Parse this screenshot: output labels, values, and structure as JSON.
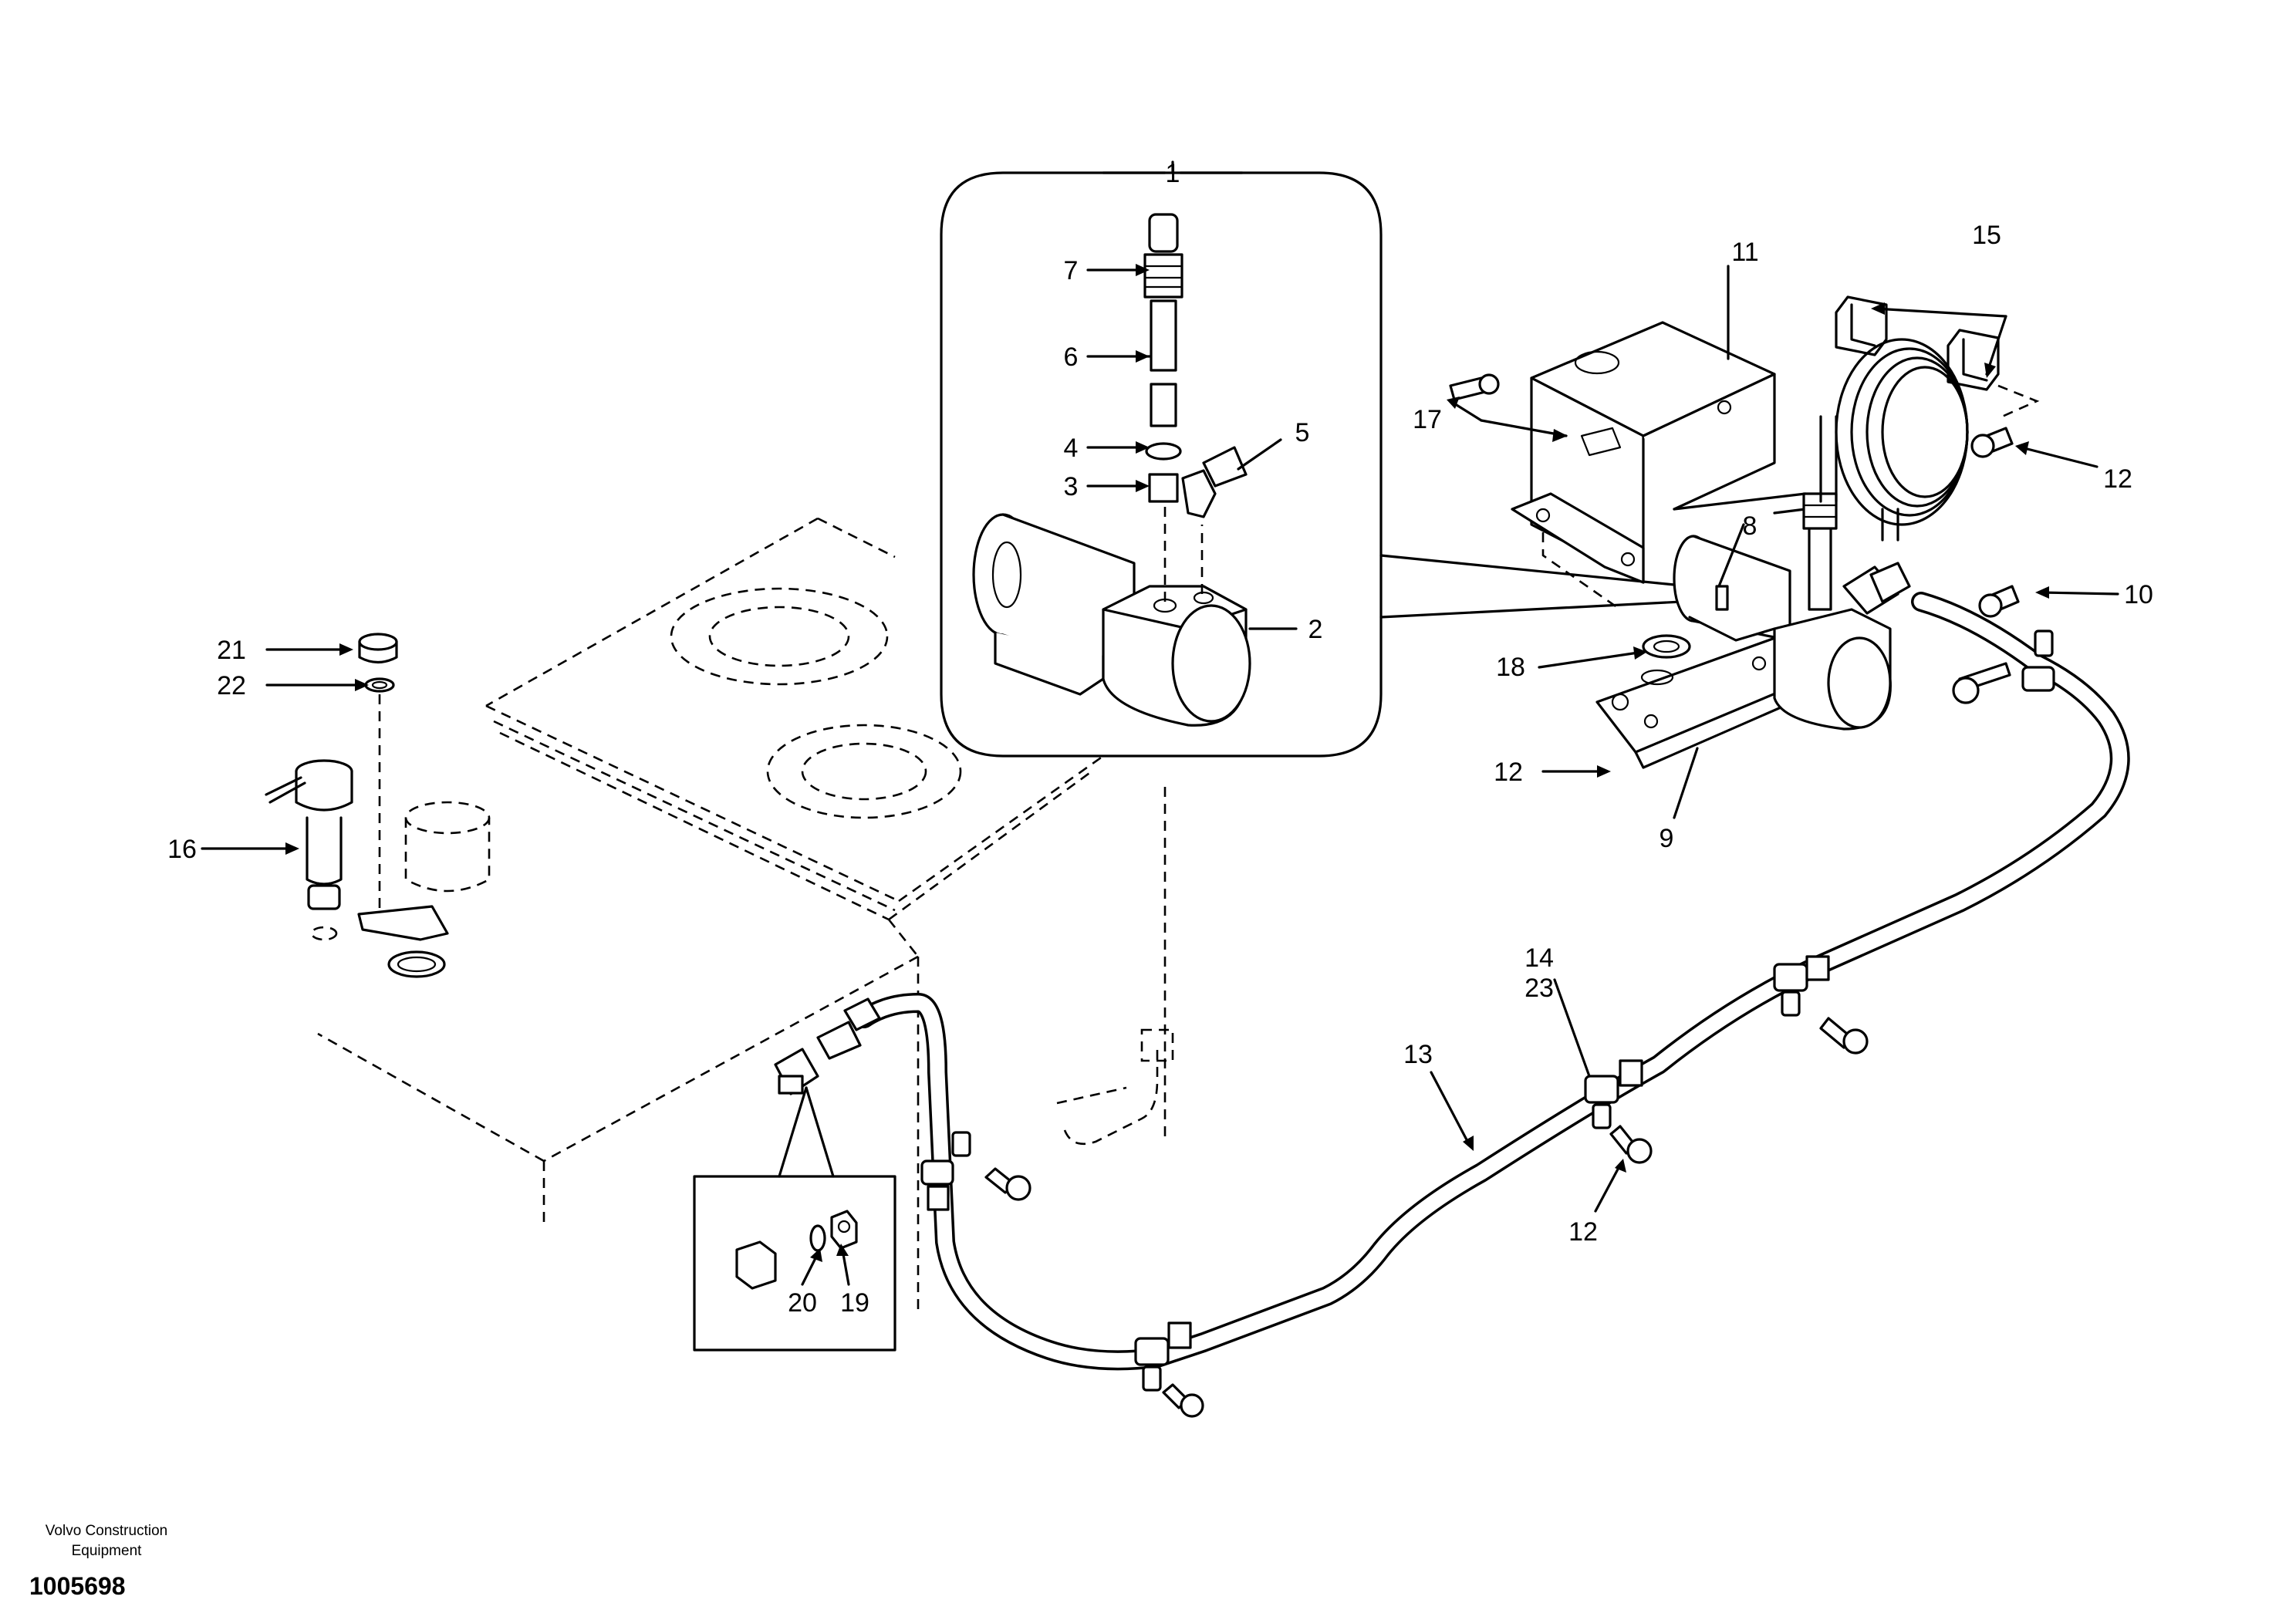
{
  "callouts": {
    "c1": "1",
    "c2": "2",
    "c3": "3",
    "c4": "4",
    "c5": "5",
    "c6": "6",
    "c7": "7",
    "c8": "8",
    "c9": "9",
    "c10": "10",
    "c11": "11",
    "c12a": "12",
    "c12b": "12",
    "c12c": "12",
    "c13": "13",
    "c14": "14",
    "c15": "15",
    "c16": "16",
    "c17": "17",
    "c18": "18",
    "c19": "19",
    "c20": "20",
    "c21": "21",
    "c22": "22",
    "c23": "23"
  },
  "footer": {
    "brand_line1": "Volvo Construction",
    "brand_line2": "Equipment",
    "drawing_number": "1005698"
  }
}
